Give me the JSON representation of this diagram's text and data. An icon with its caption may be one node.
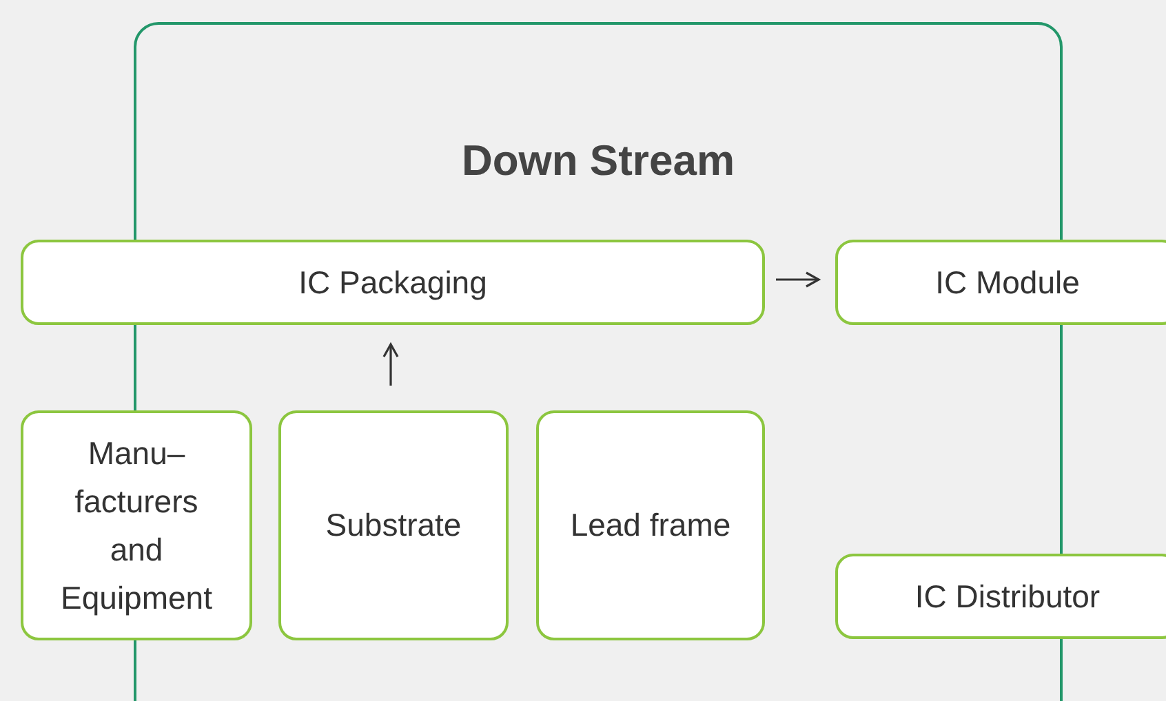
{
  "diagram": {
    "nodes": [
      {
        "text": [
          "Down Stream"
        ]
      },
      {
        "text": [
          "IC Packaging"
        ]
      },
      {
        "text": [
          "IC Module"
        ]
      },
      {
        "text": [
          "Manu– facturers and Equipment"
        ]
      },
      {
        "text": [
          "Substrate"
        ],
        "in": 0
      },
      {
        "text": [
          "Lead frame"
        ],
        "in": 0
      },
      {
        "text": [
          "IC Distributor"
        ]
      }
    ],
    "edges": [
      {
        "from": 1,
        "to": 2,
        "arrow": "to"
      },
      {
        "from": 4,
        "to": 1,
        "arrow": "to"
      }
    ]
  }
}
